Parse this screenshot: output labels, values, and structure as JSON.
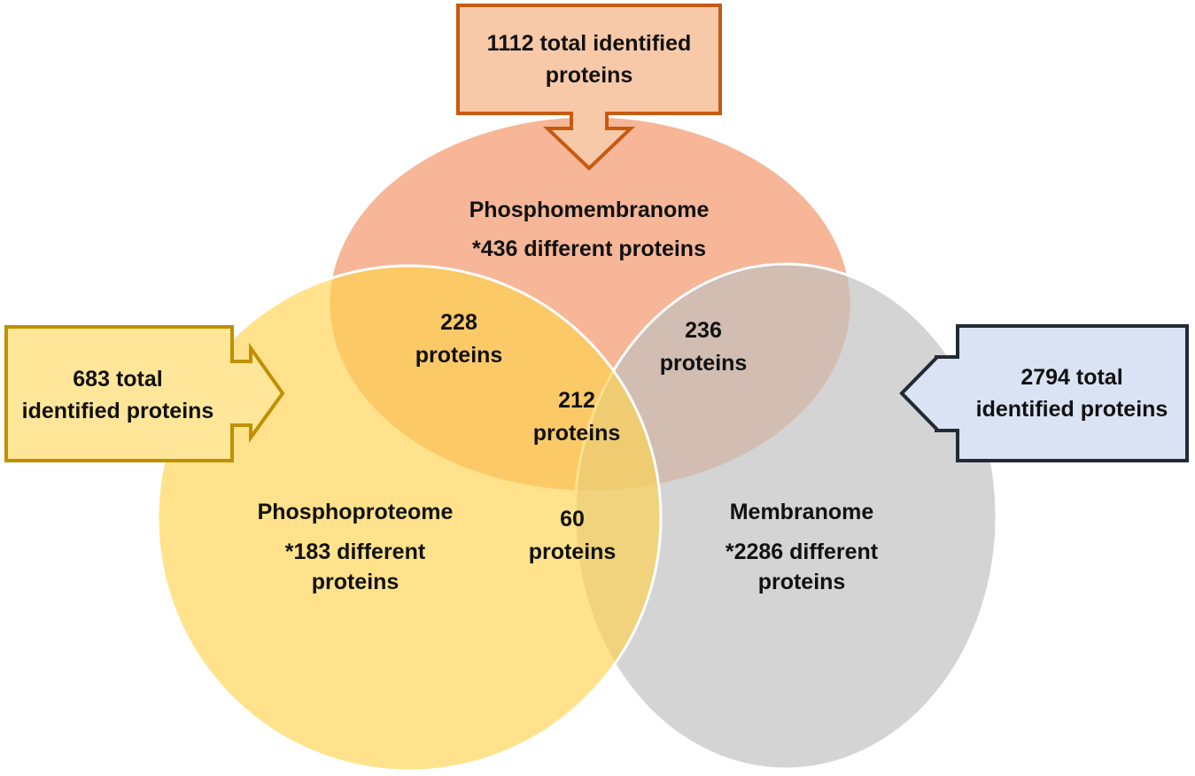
{
  "sets": {
    "phosphomembranome": {
      "name": "Phosphomembranome",
      "unique": "*436 different proteins",
      "fill": "#F4A27A",
      "callout": {
        "lines": [
          "1112 total identified",
          "proteins"
        ],
        "fill": "#F8C9A8",
        "stroke": "#C55A11"
      }
    },
    "phosphoproteome": {
      "name": "Phosphoproteome",
      "unique_lines": [
        "*183 different",
        "proteins"
      ],
      "fill": "#FFD34F",
      "callout": {
        "lines": [
          "683 total",
          "identified proteins"
        ],
        "fill": "#FFE699",
        "stroke": "#BF9000"
      }
    },
    "membranome": {
      "name": "Membranome",
      "unique_lines": [
        "*2286 different",
        "proteins"
      ],
      "fill": "#BFBFBF",
      "callout": {
        "lines": [
          "2794 total",
          "identified proteins"
        ],
        "fill": "#DAE3F3",
        "stroke": "#222A35"
      }
    }
  },
  "overlaps": {
    "phosphomembranome_phosphoproteome": [
      "228",
      "proteins"
    ],
    "phosphomembranome_membranome": [
      "236",
      "proteins"
    ],
    "all_three": [
      "212",
      "proteins"
    ],
    "phosphoproteome_membranome": [
      "60",
      "proteins"
    ]
  }
}
